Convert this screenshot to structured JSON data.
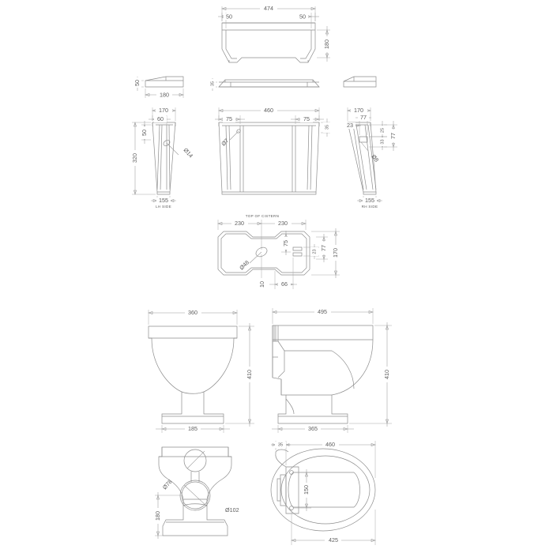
{
  "document": {
    "type": "technical-drawing",
    "subject": "Close coupled toilet pan, cistern and seat dimensioned drawing",
    "units": "mm",
    "background_color": "#ffffff",
    "line_color": "#8d8d8d",
    "text_color": "#5e5e5e"
  },
  "views": {
    "cistern_front": {
      "label": "",
      "dims": {
        "width": "474",
        "height": "180",
        "inset_left": "50",
        "inset_right": "50"
      }
    },
    "lid_side": {
      "dims": {
        "height": "50",
        "depth": "180"
      }
    },
    "lid_front": {
      "dims": {
        "thickness": "35"
      }
    },
    "lid_right": {
      "dims": {}
    },
    "lh_side": {
      "label": "LH SIDE",
      "dims": {
        "top_width": "170",
        "hole_offset": "60",
        "hole_drop": "50",
        "height": "320",
        "base_width": "155",
        "hole_dia": "Ø14"
      }
    },
    "cistern_body_front": {
      "dims": {
        "width": "460",
        "left_inset": "75",
        "right_inset": "75",
        "top_thickness": "35",
        "hole_dia": "Ø7"
      }
    },
    "rh_side": {
      "label": "RH SIDE",
      "dims": {
        "top_width": "170",
        "offset_77": "77",
        "offset_23": "23",
        "dim_25": "25",
        "dim_33": "33",
        "dim_77": "77",
        "base_width": "155",
        "hole_dia": "Ø8"
      }
    },
    "top_of_cistern": {
      "label": "TOP OF CISTERN",
      "dims": {
        "left_half": "230",
        "right_half": "230",
        "hole_dia": "Ø48",
        "dim_75": "75",
        "dim_23": "23",
        "dim_77": "77",
        "depth": "170",
        "dim_10": "10",
        "dim_66": "66"
      }
    },
    "pan_front": {
      "dims": {
        "width": "360",
        "height": "410",
        "base_width": "185"
      }
    },
    "pan_side": {
      "dims": {
        "length": "495",
        "height": "410",
        "base_length": "365"
      }
    },
    "pan_rear": {
      "dims": {
        "upper_dia": "Ø78",
        "lower_dia": "Ø102",
        "height": "180"
      }
    },
    "seat_plan": {
      "dims": {
        "hinge_offset": "35",
        "length": "460",
        "hinge_spacing": "150",
        "width": "425"
      }
    }
  }
}
